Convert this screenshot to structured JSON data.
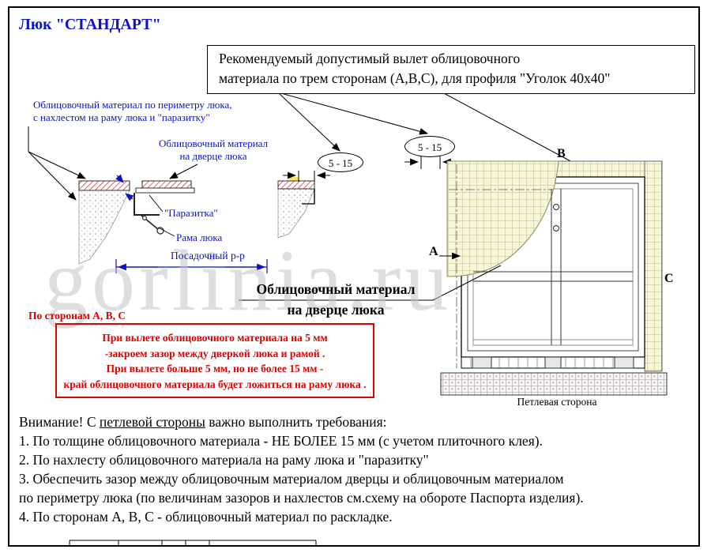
{
  "page": {
    "title": "Люк \"СТАНДАРТ\""
  },
  "watermark": "gorlinia.ru",
  "colors": {
    "accent_blue": "#0b12c8",
    "note_red": "#e00000",
    "hatch_red": "#cc2222",
    "tile_fill": "#f8f8d8"
  },
  "recommend_box": {
    "line1": "Рекомендуемый допустимый вылет облицовочного",
    "line2": "материала по трем сторонам (А,В,С), для профиля \"Уголок 40х40\""
  },
  "labels": {
    "perimeter_line1": "Облицовочный материал по периметру люка,",
    "perimeter_line2": "с нахлестом на раму люка и \"паразитку\"",
    "door_small_line1": "Облицовочный материал",
    "door_small_line2": "на дверце люка",
    "parazitka": "\"Паразитка\"",
    "rama": "Рама люка",
    "posad": "Посадочный р-р",
    "dim1": "5 - 15",
    "dim2": "5 - 15",
    "side_a": "А",
    "side_b": "В",
    "side_c": "С",
    "door_big_line1": "Облицовочный материал",
    "door_big_line2": "на дверце люка",
    "hinge_side": "Петлевая сторона"
  },
  "note_box": {
    "title": "По сторонам А, В, С",
    "line1": "При вылете облицовочного материала  на 5 мм",
    "line2": "-закроем зазор между дверкой люка и рамой .",
    "line3": "При вылете больше 5 мм, но не более 15 мм -",
    "line4": "край облицовочного материала будет ложиться на раму люка ."
  },
  "requirements": {
    "intro_prefix": "Внимание! С ",
    "intro_underline": "петлевой стороны",
    "intro_suffix": " важно выполнить требования:",
    "item1": "1. По толщине облицовочного материала - НЕ БОЛЕЕ 15 мм (с учетом плиточного клея).",
    "item2": "2. По нахлесту облицовочного материала на раму люка и \"паразитку\"",
    "item3_line1": "3. Обеспечить зазор между облицовочным материалом дверцы и облицовочным материалом",
    "item3_line2": " по периметру люка (по величинам зазоров и нахлестов см.схему на обороте Паспорта изделия).",
    "item4": "4. По сторонам А, В, С - облицовочный материал по раскладке."
  }
}
